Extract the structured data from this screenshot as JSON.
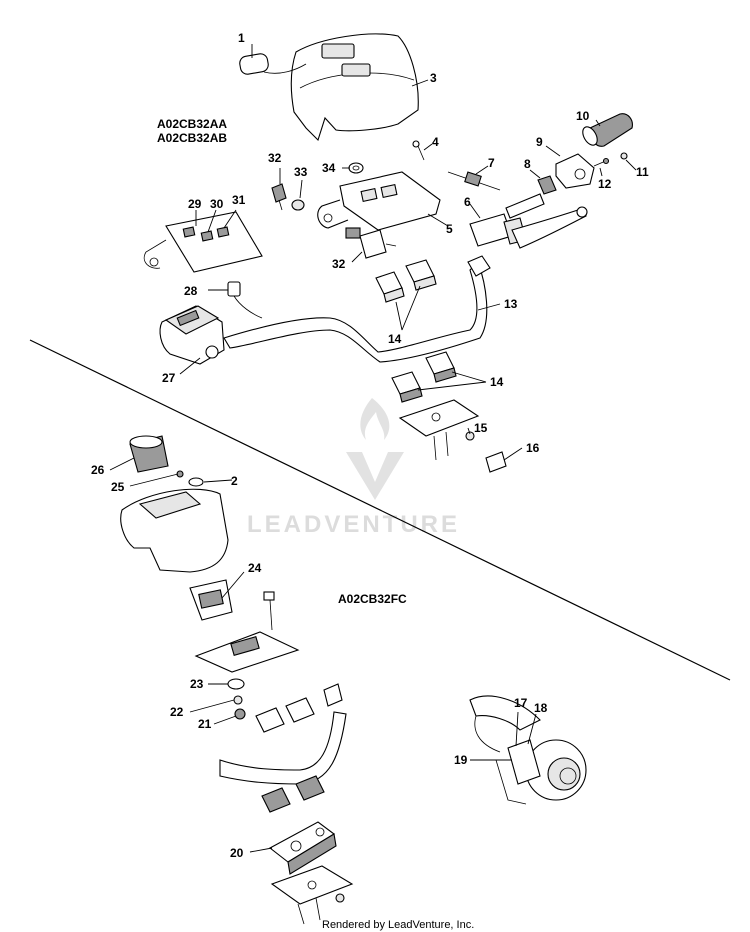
{
  "diagram_codes": {
    "upper_a": "A02CB32AA",
    "upper_b": "A02CB32AB",
    "lower": "A02CB32FC"
  },
  "callouts": {
    "c1": "1",
    "c2": "2",
    "c3": "3",
    "c4": "4",
    "c5": "5",
    "c6": "6",
    "c7": "7",
    "c8": "8",
    "c9": "9",
    "c10": "10",
    "c11": "11",
    "c12": "12",
    "c13": "13",
    "c14a": "14",
    "c14b": "14",
    "c15": "15",
    "c16": "16",
    "c17": "17",
    "c18": "18",
    "c19": "19",
    "c20": "20",
    "c21": "21",
    "c22": "22",
    "c23": "23",
    "c24": "24",
    "c25": "25",
    "c26": "26",
    "c27": "27",
    "c28": "28",
    "c29": "29",
    "c30": "30",
    "c31": "31",
    "c32a": "32",
    "c32b": "32",
    "c33": "33",
    "c34": "34"
  },
  "watermark": {
    "text": "LEADVENTURE",
    "color": "#dcdcdc"
  },
  "footer": {
    "text": "Rendered by LeadVenture, Inc."
  }
}
